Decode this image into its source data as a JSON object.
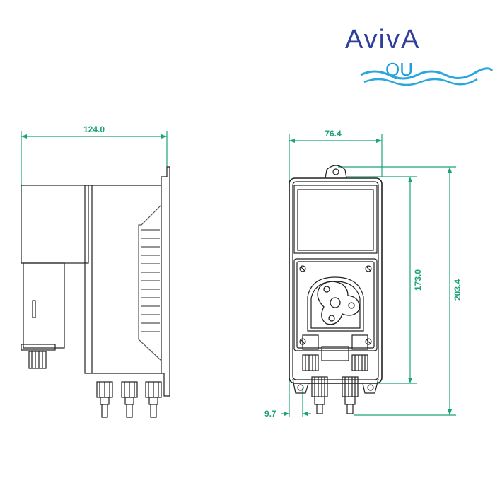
{
  "logo": {
    "line1": "AvivA",
    "line2": "QU",
    "colors": {
      "top": "#2f3f9a",
      "bottom": "#1d9fd6",
      "wave": "#2aa7dc"
    }
  },
  "colors": {
    "dimension": "#1aa37a",
    "outline": "#222222",
    "detail": "#555555"
  },
  "side_view": {
    "width_label": "124.0"
  },
  "front_view": {
    "width_label": "76.4",
    "height_inner_label": "173.0",
    "height_total_label": "203.4",
    "offset_label": "9.7"
  }
}
